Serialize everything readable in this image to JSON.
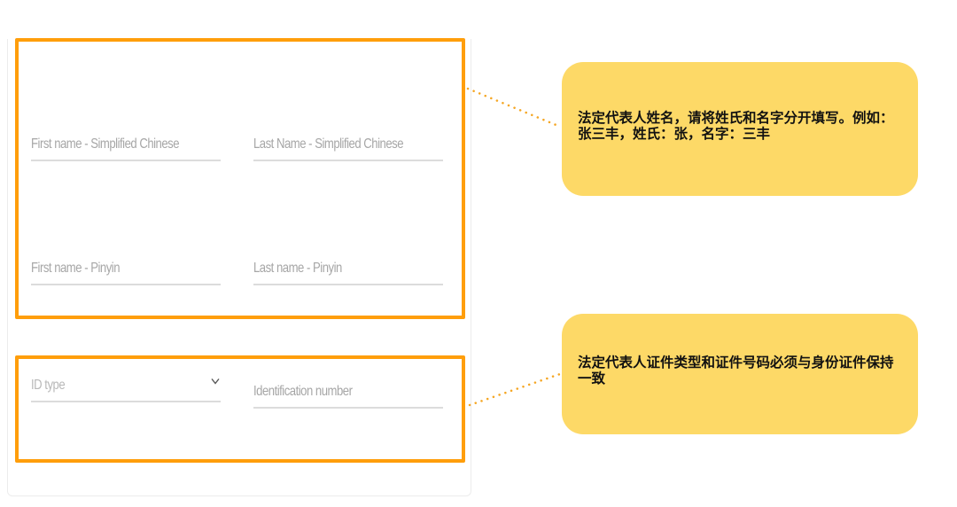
{
  "form": {
    "name_section": {
      "first_name_simplified_chinese": {
        "placeholder": "First name - Simplified Chinese",
        "value": ""
      },
      "last_name_simplified_chinese": {
        "placeholder": "Last Name - Simplified Chinese",
        "value": ""
      },
      "first_name_pinyin": {
        "placeholder": "First name - Pinyin",
        "value": ""
      },
      "last_name_pinyin": {
        "placeholder": "Last name - Pinyin",
        "value": ""
      }
    },
    "id_section": {
      "id_type": {
        "placeholder": "ID type",
        "icon": "chevron-down-icon"
      },
      "identification_number": {
        "placeholder": "Identification number",
        "value": ""
      }
    }
  },
  "annotations": [
    {
      "text": "法定代表人姓名，请将姓氏和名字分开填写。例如：张三丰，姓氏：张，名字：三丰"
    },
    {
      "text": "法定代表人证件类型和证件号码必须与身份证件保持一致"
    }
  ],
  "colors": {
    "highlight_border": "#ff9e0b",
    "callout_background": "#fdd967",
    "leader_line": "#f5a623",
    "underline": "#dcdcdc",
    "placeholder": "#a6a6a6"
  }
}
